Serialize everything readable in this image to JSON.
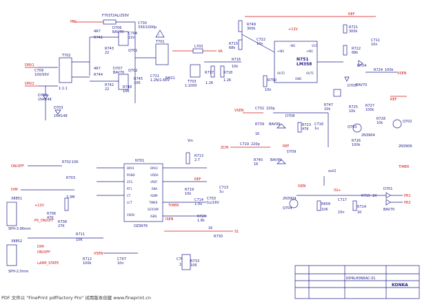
{
  "refs": {
    "f701": "F701",
    "f701v": "T2AL/250V",
    "pfc": "PFC",
    "d706": "D706",
    "d706v": "BAV70",
    "c704": "C704",
    "c704v": "22n",
    "r743": "R743",
    "r743v": "22",
    "r741": "4R7",
    "r741n": "R741",
    "q701": "Q701",
    "q702": "Q702",
    "c730": "C730",
    "c730v": "330/1000p",
    "t701": "T701",
    "l703": "L703",
    "va": "VA",
    "c709": "C709",
    "c709v": "100/50V",
    "t702": "T702",
    "ratio": "1:1:1",
    "drv1": "DRV1",
    "drv2": "DRV2",
    "d702": "D702",
    "d702v": "1N4148",
    "d703": "D703",
    "d703v": "1N4148",
    "r744": "R744",
    "r744v": "4R7",
    "d707": "D707",
    "d707v": "BAV70",
    "c705": "C705",
    "r742": "R742",
    "r742v": "22",
    "r745": "R745",
    "r745v": "10K",
    "r748": "R748",
    "r748v": "10K",
    "c721": "C721",
    "c721v": "1.2N/1.6KV",
    "nh": "NH21",
    "t703": "T703",
    "t703v": "1:1000",
    "r717": "R717",
    "r717v": "1.2K",
    "r718": "R718",
    "r718v": "1.2K",
    "r749": "R749",
    "r749v": "300k",
    "r715": "R715",
    "r715v": "68k",
    "r716": "R716",
    "r716v": "10k",
    "c722": "C722",
    "c722v": "10n",
    "n751": "N751",
    "n751v": "LM358",
    "in2p": "+IN2",
    "in2m": "-IN2",
    "out2": "OUT2",
    "out1": "OUT1",
    "in1p": "+IN1",
    "in1m": "-IN1",
    "vcc": "VCC",
    "gnd": "GND",
    "r721": "R721",
    "r721v": "300k",
    "r722": "R722",
    "r722v": "68k",
    "c711": "C711",
    "c711v": "10n",
    "d704": "D704",
    "d705": "D705",
    "r750": "R750",
    "r750v": "10k",
    "r724": "R724",
    "r724v": "100k",
    "vsen": "VSEN",
    "isen": "ISEN",
    "ref": "REF",
    "v12": "+12V",
    "c732": "C732",
    "c732v": "220p",
    "d708": "D708",
    "d708v": "BAV99",
    "c716": "C716",
    "c716v": "1u",
    "r723": "R723",
    "r723v": "47K",
    "r739": "R739",
    "r739v": "1K",
    "r747": "R747",
    "r747v": "10k",
    "r725": "R725",
    "r725v": "10k",
    "r727": "R727",
    "r727v": "100k",
    "q703": "Q703",
    "q703v": "2N3904",
    "r728": "R728",
    "r728v": "10k",
    "r726": "R726",
    "r726v": "100k",
    "q702b": "Q702",
    "q702bv": "2N3906",
    "timer": "TIMER",
    "zcm": "ZCM",
    "c719": "C719",
    "c719v": "220p",
    "d709": "D709",
    "d709v": "BAV99",
    "r740": "R740",
    "r740v": "1K",
    "onoff": "ON/OFF",
    "r702": "R702",
    "r702v": "10K",
    "r703": "R703",
    "r704": "R704",
    "r704v": "3.3M",
    "c701": "C701",
    "dim": "DIM",
    "x8851": "X8851",
    "con1": "SPH-3.96mm",
    "ps_onoff": "PS_ON/OFF",
    "r706": "R706",
    "r706v": "47K",
    "r708": "R708",
    "r708v": "27K",
    "x8852": "X8852",
    "con2": "SPH-2.0mm",
    "lamp": "LAMP_STATE",
    "r711": "R711",
    "r711v": "10K",
    "r712": "R712",
    "r712v": "100k",
    "c707": "C707",
    "c707v": "10n",
    "n701": "N701",
    "n701v": "OZ9976",
    "p_drv1": "DRV1",
    "p_pgnd": "PGND",
    "p_zcs": "ZCS",
    "p_rt1": "RT1",
    "p_ct": "CT",
    "p_lct": "LCT",
    "p_vsen": "VSEN",
    "p_drv2": "DRV2",
    "p_vdda": "VDDA",
    "p_vref": "VREF",
    "p_ena": "ENA",
    "p_adim": "ADIM",
    "p_timer": "TIMER",
    "p_sstcmp": "SSTCMP",
    "p_isen": "ISEN",
    "r719": "R719",
    "r719v": "10k",
    "c714": "C714",
    "c714v": "1.0u",
    "c713": "C713",
    "c713v": "1u",
    "c703": "C703",
    "c703v": "1u/16V",
    "r720": "R720",
    "r720v": "1.8k",
    "r713": "R713",
    "r713v": "2.7",
    "vin": "Vin",
    "c708": "C708",
    "c708v": "1N",
    "r733": "R733",
    "r733v": "10K",
    "r730": "R730",
    "r730v": "1K",
    "s1": "S1",
    "n2a": "2N3904",
    "q704": "Q704",
    "r609": "R609",
    "r609v": "10K",
    "c717": "C717",
    "c717v": "10n",
    "r714": "R714",
    "r714v": "1K",
    "r715b": "R715",
    "r715bv": "1K",
    "d701": "D701",
    "d701v": "BAV70",
    "pin1": "PR1",
    "pin2": "PR2",
    "out2b": "out2",
    "isl": "ISl+",
    "konka": "KONKA",
    "part": "KIP4LH0N6AC-01"
  },
  "watermark": "PDF 文件以 \"FinePrint pdfFactory Pro\" 试用版本创建 www.fineprint.cn",
  "colors": {
    "wire": "#1a1a8c",
    "label": "#d01010"
  }
}
